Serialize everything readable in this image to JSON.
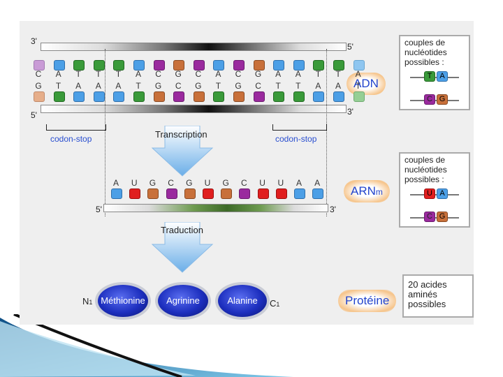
{
  "dna": {
    "top_prime_left": "3'",
    "top_prime_right": "5'",
    "bottom_prime_left": "5'",
    "bottom_prime_right": "3'",
    "top_letters": [
      "C",
      "A",
      "T",
      "T",
      "T",
      "A",
      "C",
      "G",
      "C",
      "A",
      "C",
      "G",
      "A",
      "A",
      "T",
      "T",
      "A"
    ],
    "bottom_letters": [
      "G",
      "T",
      "A",
      "A",
      "A",
      "T",
      "G",
      "C",
      "G",
      "T",
      "G",
      "C",
      "T",
      "T",
      "A",
      "A",
      "T"
    ],
    "label": "ADN"
  },
  "codon_stop_left": "codon-stop",
  "codon_stop_right": "codon-stop",
  "transcription": "Transcription",
  "rna": {
    "letters": [
      "A",
      "U",
      "G",
      "C",
      "G",
      "U",
      "G",
      "C",
      "U",
      "U",
      "A",
      "A"
    ],
    "prime_left": "5'",
    "prime_right": "3'",
    "label_main": "ARN",
    "label_sub": "m"
  },
  "traduction": "Traduction",
  "protein": {
    "n_term": "N",
    "n_sub": "1",
    "c_term": "C",
    "c_sub": "1",
    "amino_acids": [
      "Méthionine",
      "Agrinine",
      "Alanine"
    ],
    "label": "Protéine"
  },
  "box_dna": {
    "text": [
      "couples de",
      "nucléotides",
      "possibles :"
    ],
    "pair1": [
      "T",
      "A"
    ],
    "pair2": [
      "C",
      "G"
    ]
  },
  "box_rna": {
    "text": [
      "couples de",
      "nucléotides",
      "possibles :"
    ],
    "pair1": [
      "U",
      "A"
    ],
    "pair2": [
      "C",
      "G"
    ]
  },
  "box_protein": {
    "text": [
      "20 acides",
      "aminés",
      "possibles"
    ]
  }
}
